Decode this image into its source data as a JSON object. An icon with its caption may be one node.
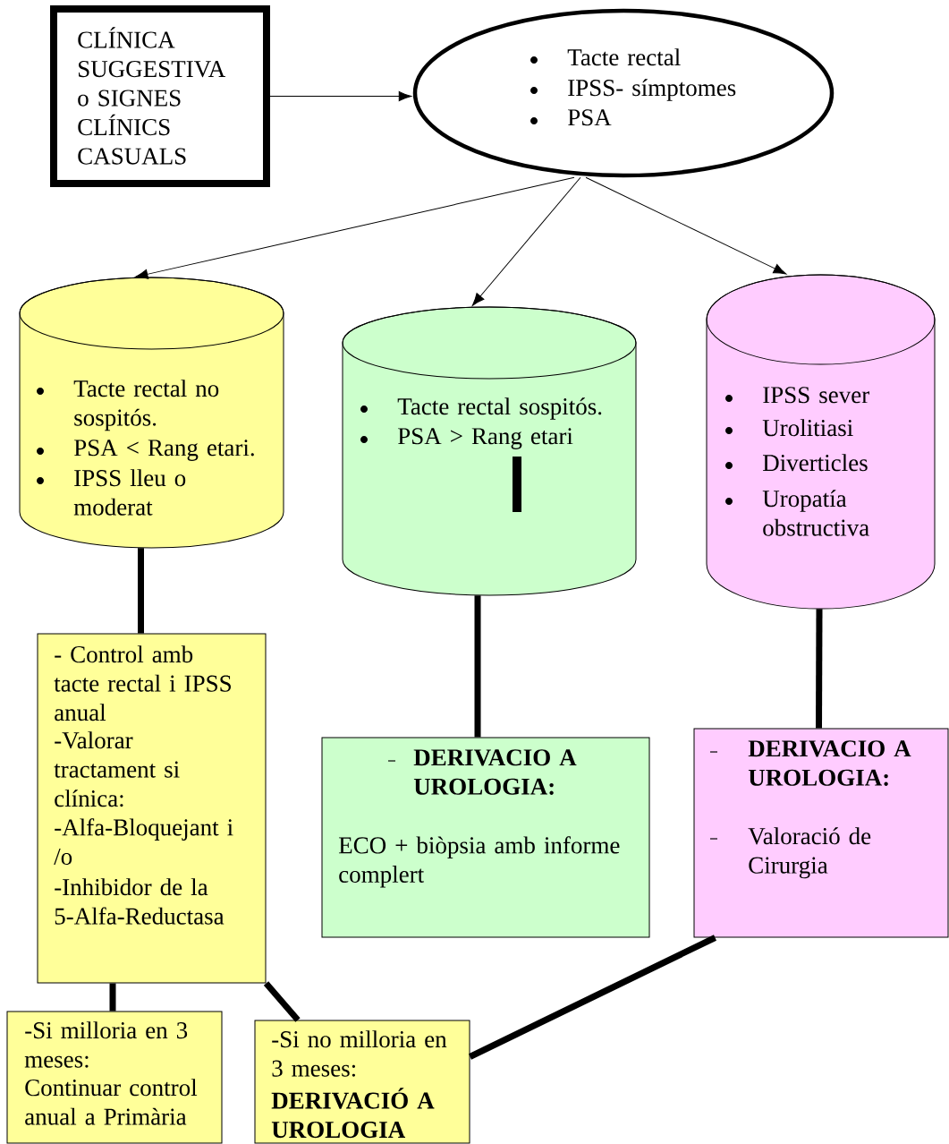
{
  "diagram": {
    "nodes": [
      {
        "text": [
          "CLÍNICA SUGGESTIVA o SIGNES CLÍNICS CASUALS"
        ]
      },
      {
        "text": [
          "Tacte rectal",
          "IPSS- símptomes",
          "PSA"
        ]
      },
      {
        "text": [
          "Tacte rectal no sospitós.",
          "PSA < Rang etari.",
          "IPSS lleu o moderat"
        ]
      },
      {
        "text": [
          "Tacte rectal sospitós.",
          "PSA > Rang etari"
        ]
      },
      {
        "text": [
          "IPSS sever",
          "Urolitiasi",
          "Diverticles",
          "Uropatía obstructiva"
        ]
      },
      {
        "text": [
          "- Control amb tacte rectal i IPSS anual",
          "-Valorar tractament si clínica:",
          "-Alfa-Bloquejant i /o",
          "-Inhibidor de la 5-Alfa-Reductasa"
        ]
      },
      {
        "text": [
          "DERIVACIO A UROLOGIA:",
          "ECO + biòpsia amb informe complert"
        ]
      },
      {
        "text": [
          "DERIVACIO A UROLOGIA:",
          "Valoració de Cirurgia"
        ]
      },
      {
        "text": [
          "-Si milloria en 3 meses:",
          "Continuar control anual a Primària"
        ]
      },
      {
        "text": [
          "-Si no milloria en 3 meses:",
          "DERIVACIÓ A UROLOGIA"
        ]
      }
    ],
    "edges": [
      {
        "from": 0,
        "to": 1,
        "arrow": "to"
      },
      {
        "from": 1,
        "to": 2,
        "arrow": "to"
      },
      {
        "from": 1,
        "to": 3,
        "arrow": "to"
      },
      {
        "from": 1,
        "to": 4,
        "arrow": "to"
      },
      {
        "from": 2,
        "to": 5,
        "arrow": "none"
      },
      {
        "from": 3,
        "to": 6,
        "arrow": "none"
      },
      {
        "from": 4,
        "to": 7,
        "arrow": "none"
      },
      {
        "from": 5,
        "to": 8,
        "arrow": "none"
      },
      {
        "from": 5,
        "to": 9,
        "arrow": "none"
      },
      {
        "from": 7,
        "to": 9,
        "arrow": "none"
      }
    ]
  }
}
